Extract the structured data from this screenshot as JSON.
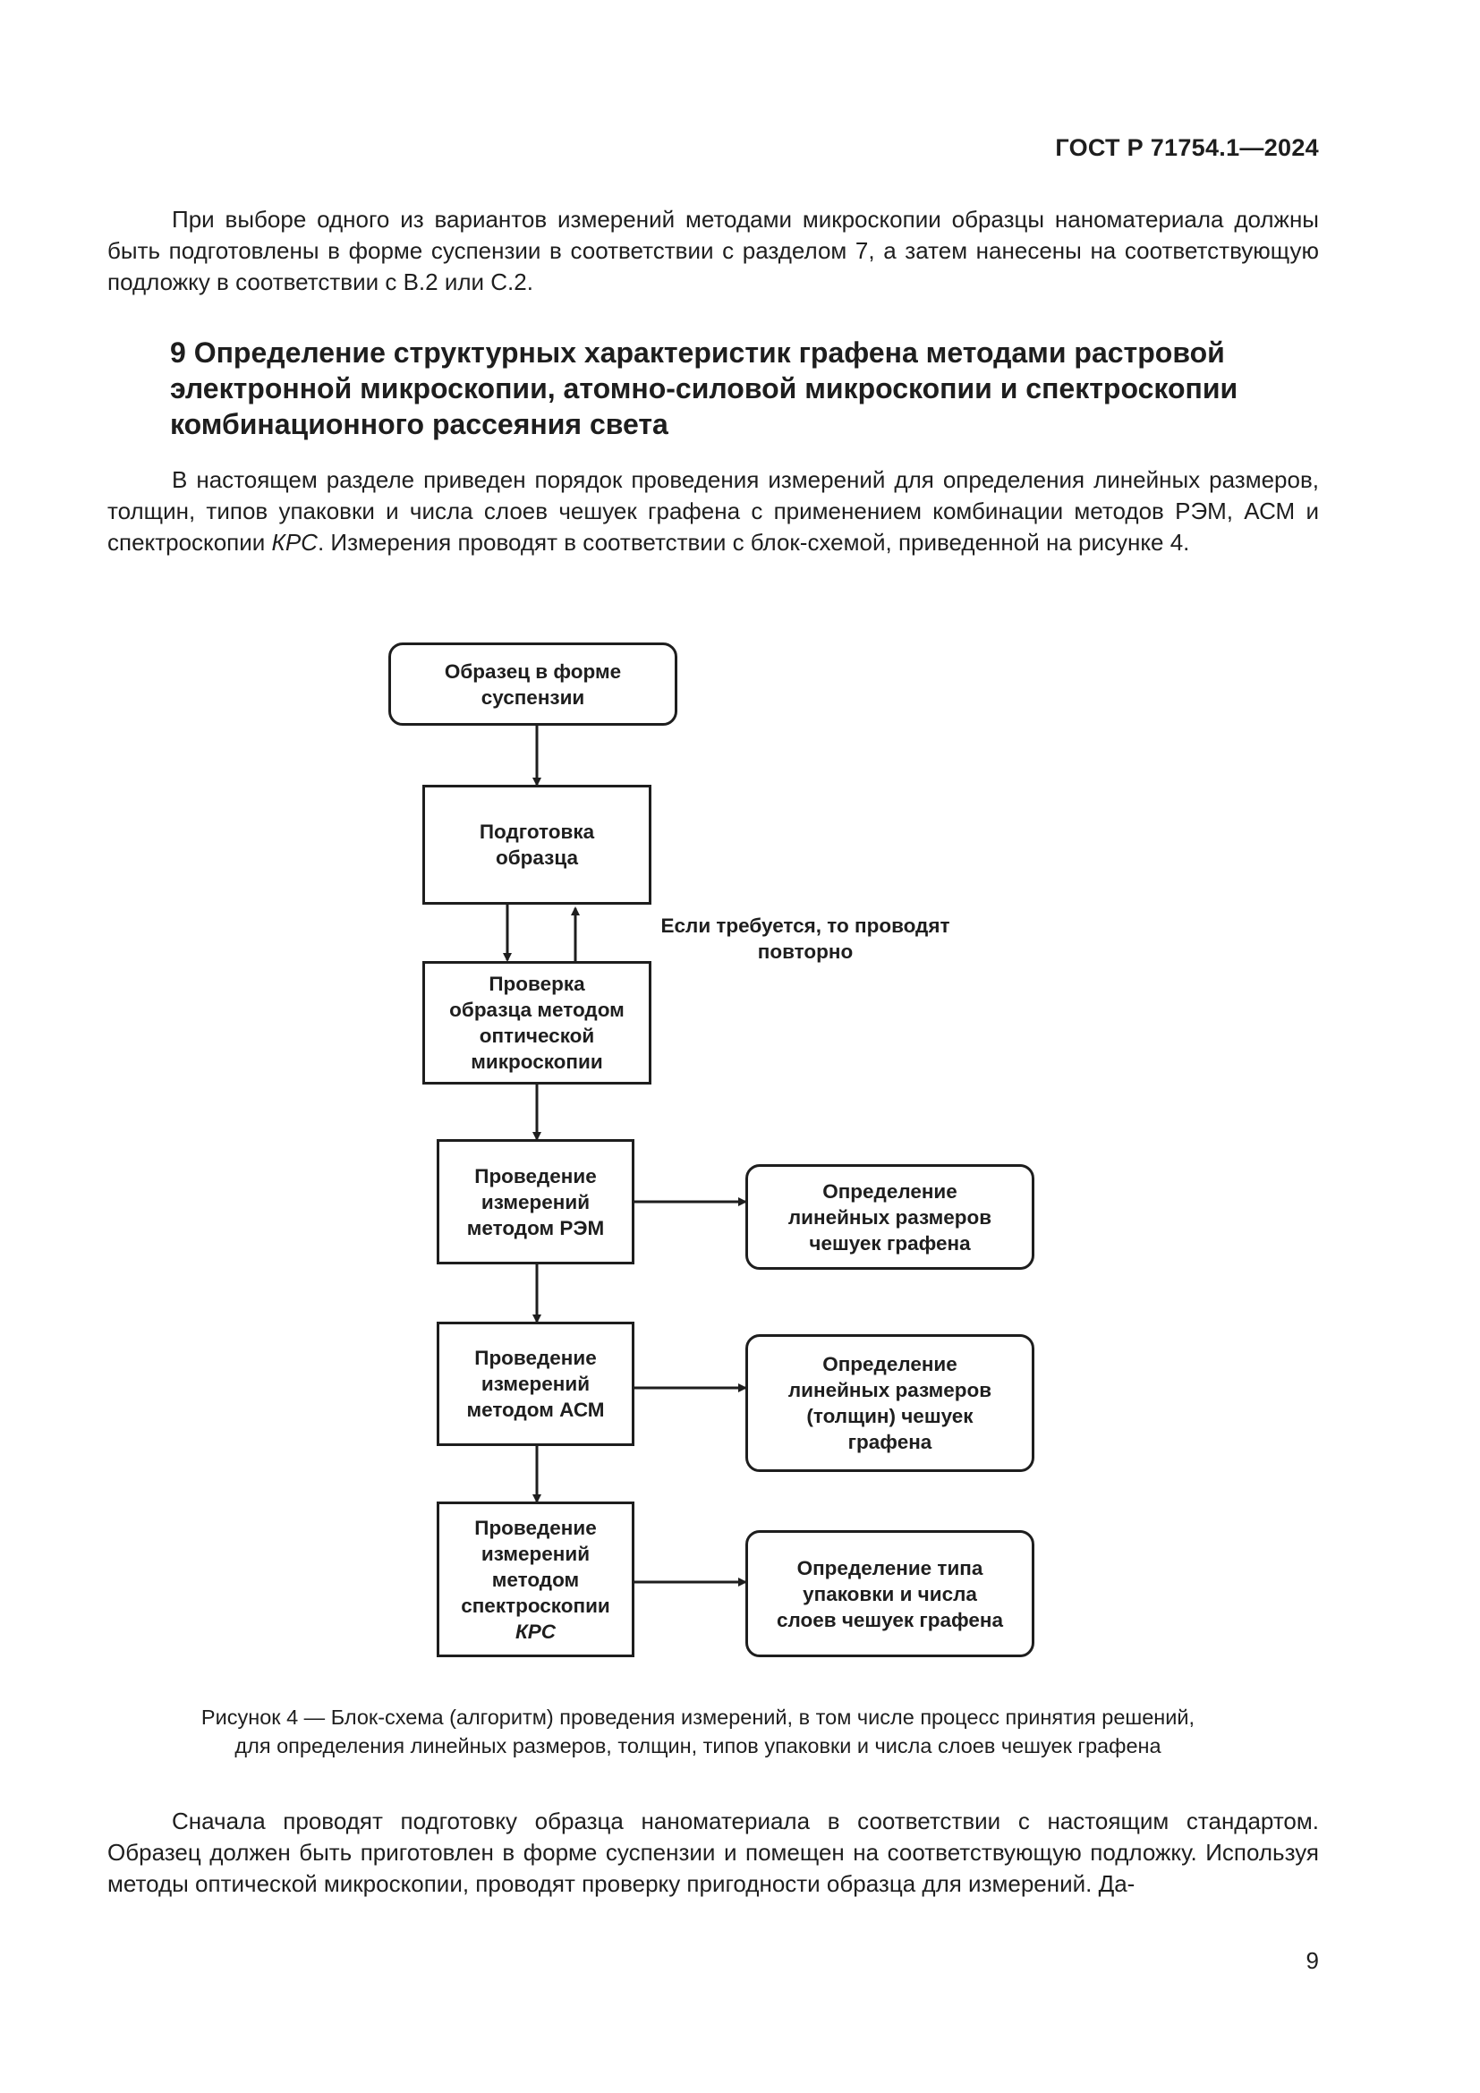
{
  "header": {
    "standard_id": "ГОСТ Р 71754.1—2024"
  },
  "intro_paragraph": "При выборе одного из вариантов измерений методами микроскопии образцы наноматериала должны быть подготовлены в форме суспензии в соответствии с разделом 7, а затем нанесены на соответствующую подложку в соответствии с В.2 или С.2.",
  "section": {
    "heading": "9 Определение структурных характеристик графена методами растровой электронной микроскопии, атомно-силовой микроскопии и спектроскопии комбинационного рассеяния света",
    "paragraph": {
      "before_italic": "В настоящем разделе приведен порядок проведения измерений для определения линейных размеров, толщин, типов упаковки и числа слоев чешуек графена с применением комбинации методов РЭМ, АСМ и спектроскопии ",
      "italic": "КРС",
      "after_italic": ". Измерения проводят в соответствии с блок-схемой, приведенной на рисунке 4."
    }
  },
  "flowchart": {
    "sample_box": [
      "Образец в форме",
      "суспензии"
    ],
    "preparation_box": [
      "Подготовка",
      "образца"
    ],
    "repeat_note": [
      "Если требуется, то проводят",
      "повторно"
    ],
    "optical_check_box": [
      "Проверка",
      "образца методом",
      "оптической",
      "микроскопии"
    ],
    "sem_box": [
      "Проведение",
      "измерений",
      "методом РЭМ"
    ],
    "sem_result_box": [
      "Определение",
      "линейных размеров",
      "чешуек графена"
    ],
    "afm_box": [
      "Проведение",
      "измерений",
      "методом АСМ"
    ],
    "afm_result_box": [
      "Определение",
      "линейных размеров",
      "(толщин) чешуек",
      "графена"
    ],
    "raman_box": [
      "Проведение",
      "измерений",
      "методом",
      "спектроскопии",
      "КРС"
    ],
    "raman_result_box": [
      "Определение типа",
      "упаковки и числа",
      "слоев чешуек графена"
    ]
  },
  "figure_caption": [
    "Рисунок 4 — Блок-схема (алгоритм) проведения измерений, в том числе процесс принятия решений,",
    "для определения линейных размеров, толщин, типов упаковки и числа слоев чешуек графена"
  ],
  "closing_paragraph": "Сначала проводят подготовку образца наноматериала в соответствии с настоящим стандартом. Образец должен быть приготовлен в форме суспензии и помещен на соответствующую подложку. Используя методы оптической микроскопии, проводят проверку пригодности образца для измерений. Да-",
  "page_number": "9"
}
